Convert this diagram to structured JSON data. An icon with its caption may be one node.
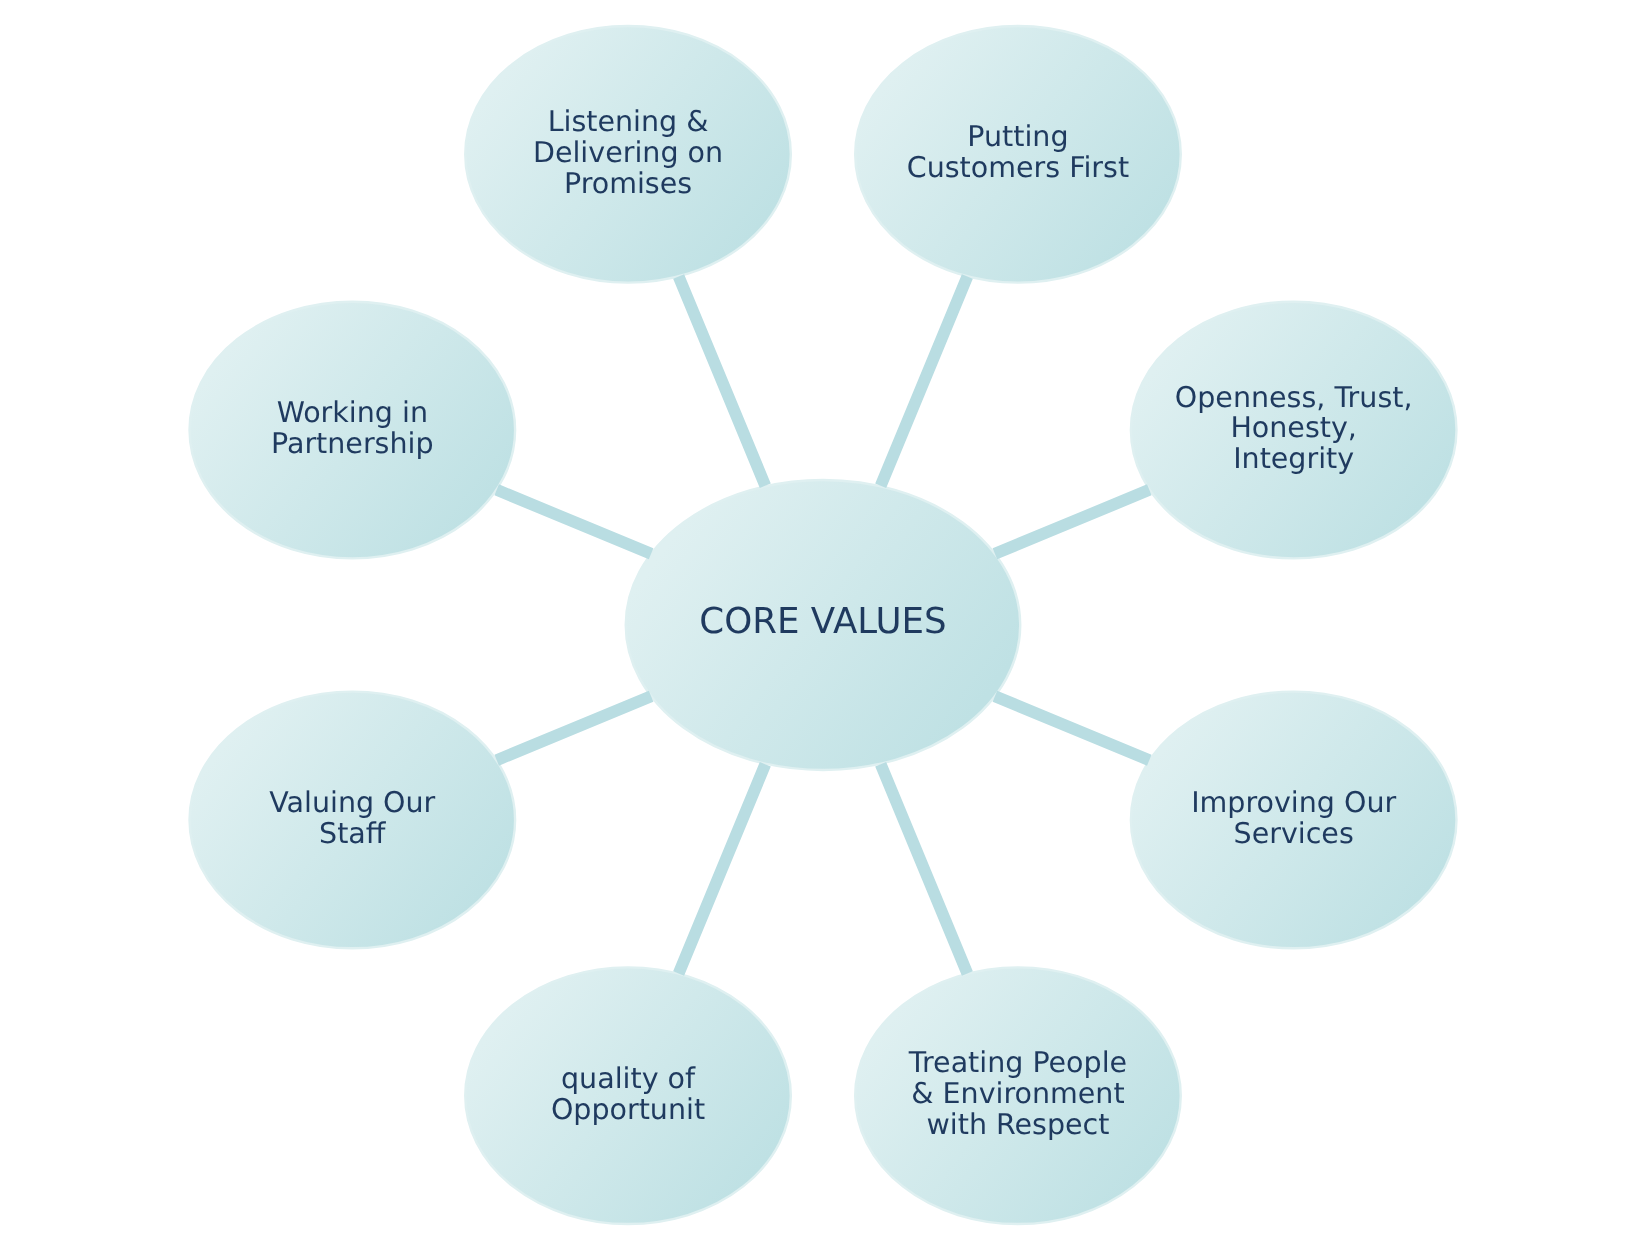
{
  "diagram": {
    "nodes": [
      {
        "text": [
          "CORE VALUES"
        ]
      },
      {
        "text": [
          "Openness, Trust, Honesty, Integrity"
        ]
      },
      {
        "text": [
          "Putting Customers First"
        ]
      },
      {
        "text": [
          "Listening & Delivering on Promises"
        ]
      },
      {
        "text": [
          "Working in Partnership"
        ]
      },
      {
        "text": [
          "Valuing Our Staff"
        ]
      },
      {
        "text": [
          "quality of Opportunit"
        ]
      },
      {
        "text": [
          "Treating People & Environment with Respect"
        ]
      },
      {
        "text": [
          "Improving Our Services"
        ]
      }
    ],
    "edges": [
      {
        "from": 0,
        "to": 1,
        "arrow": "none"
      },
      {
        "from": 0,
        "to": 2,
        "arrow": "none"
      },
      {
        "from": 0,
        "to": 3,
        "arrow": "none"
      },
      {
        "from": 0,
        "to": 4,
        "arrow": "none"
      },
      {
        "from": 0,
        "to": 5,
        "arrow": "none"
      },
      {
        "from": 0,
        "to": 6,
        "arrow": "none"
      },
      {
        "from": 0,
        "to": 7,
        "arrow": "none"
      },
      {
        "from": 0,
        "to": 8,
        "arrow": "none"
      }
    ]
  }
}
